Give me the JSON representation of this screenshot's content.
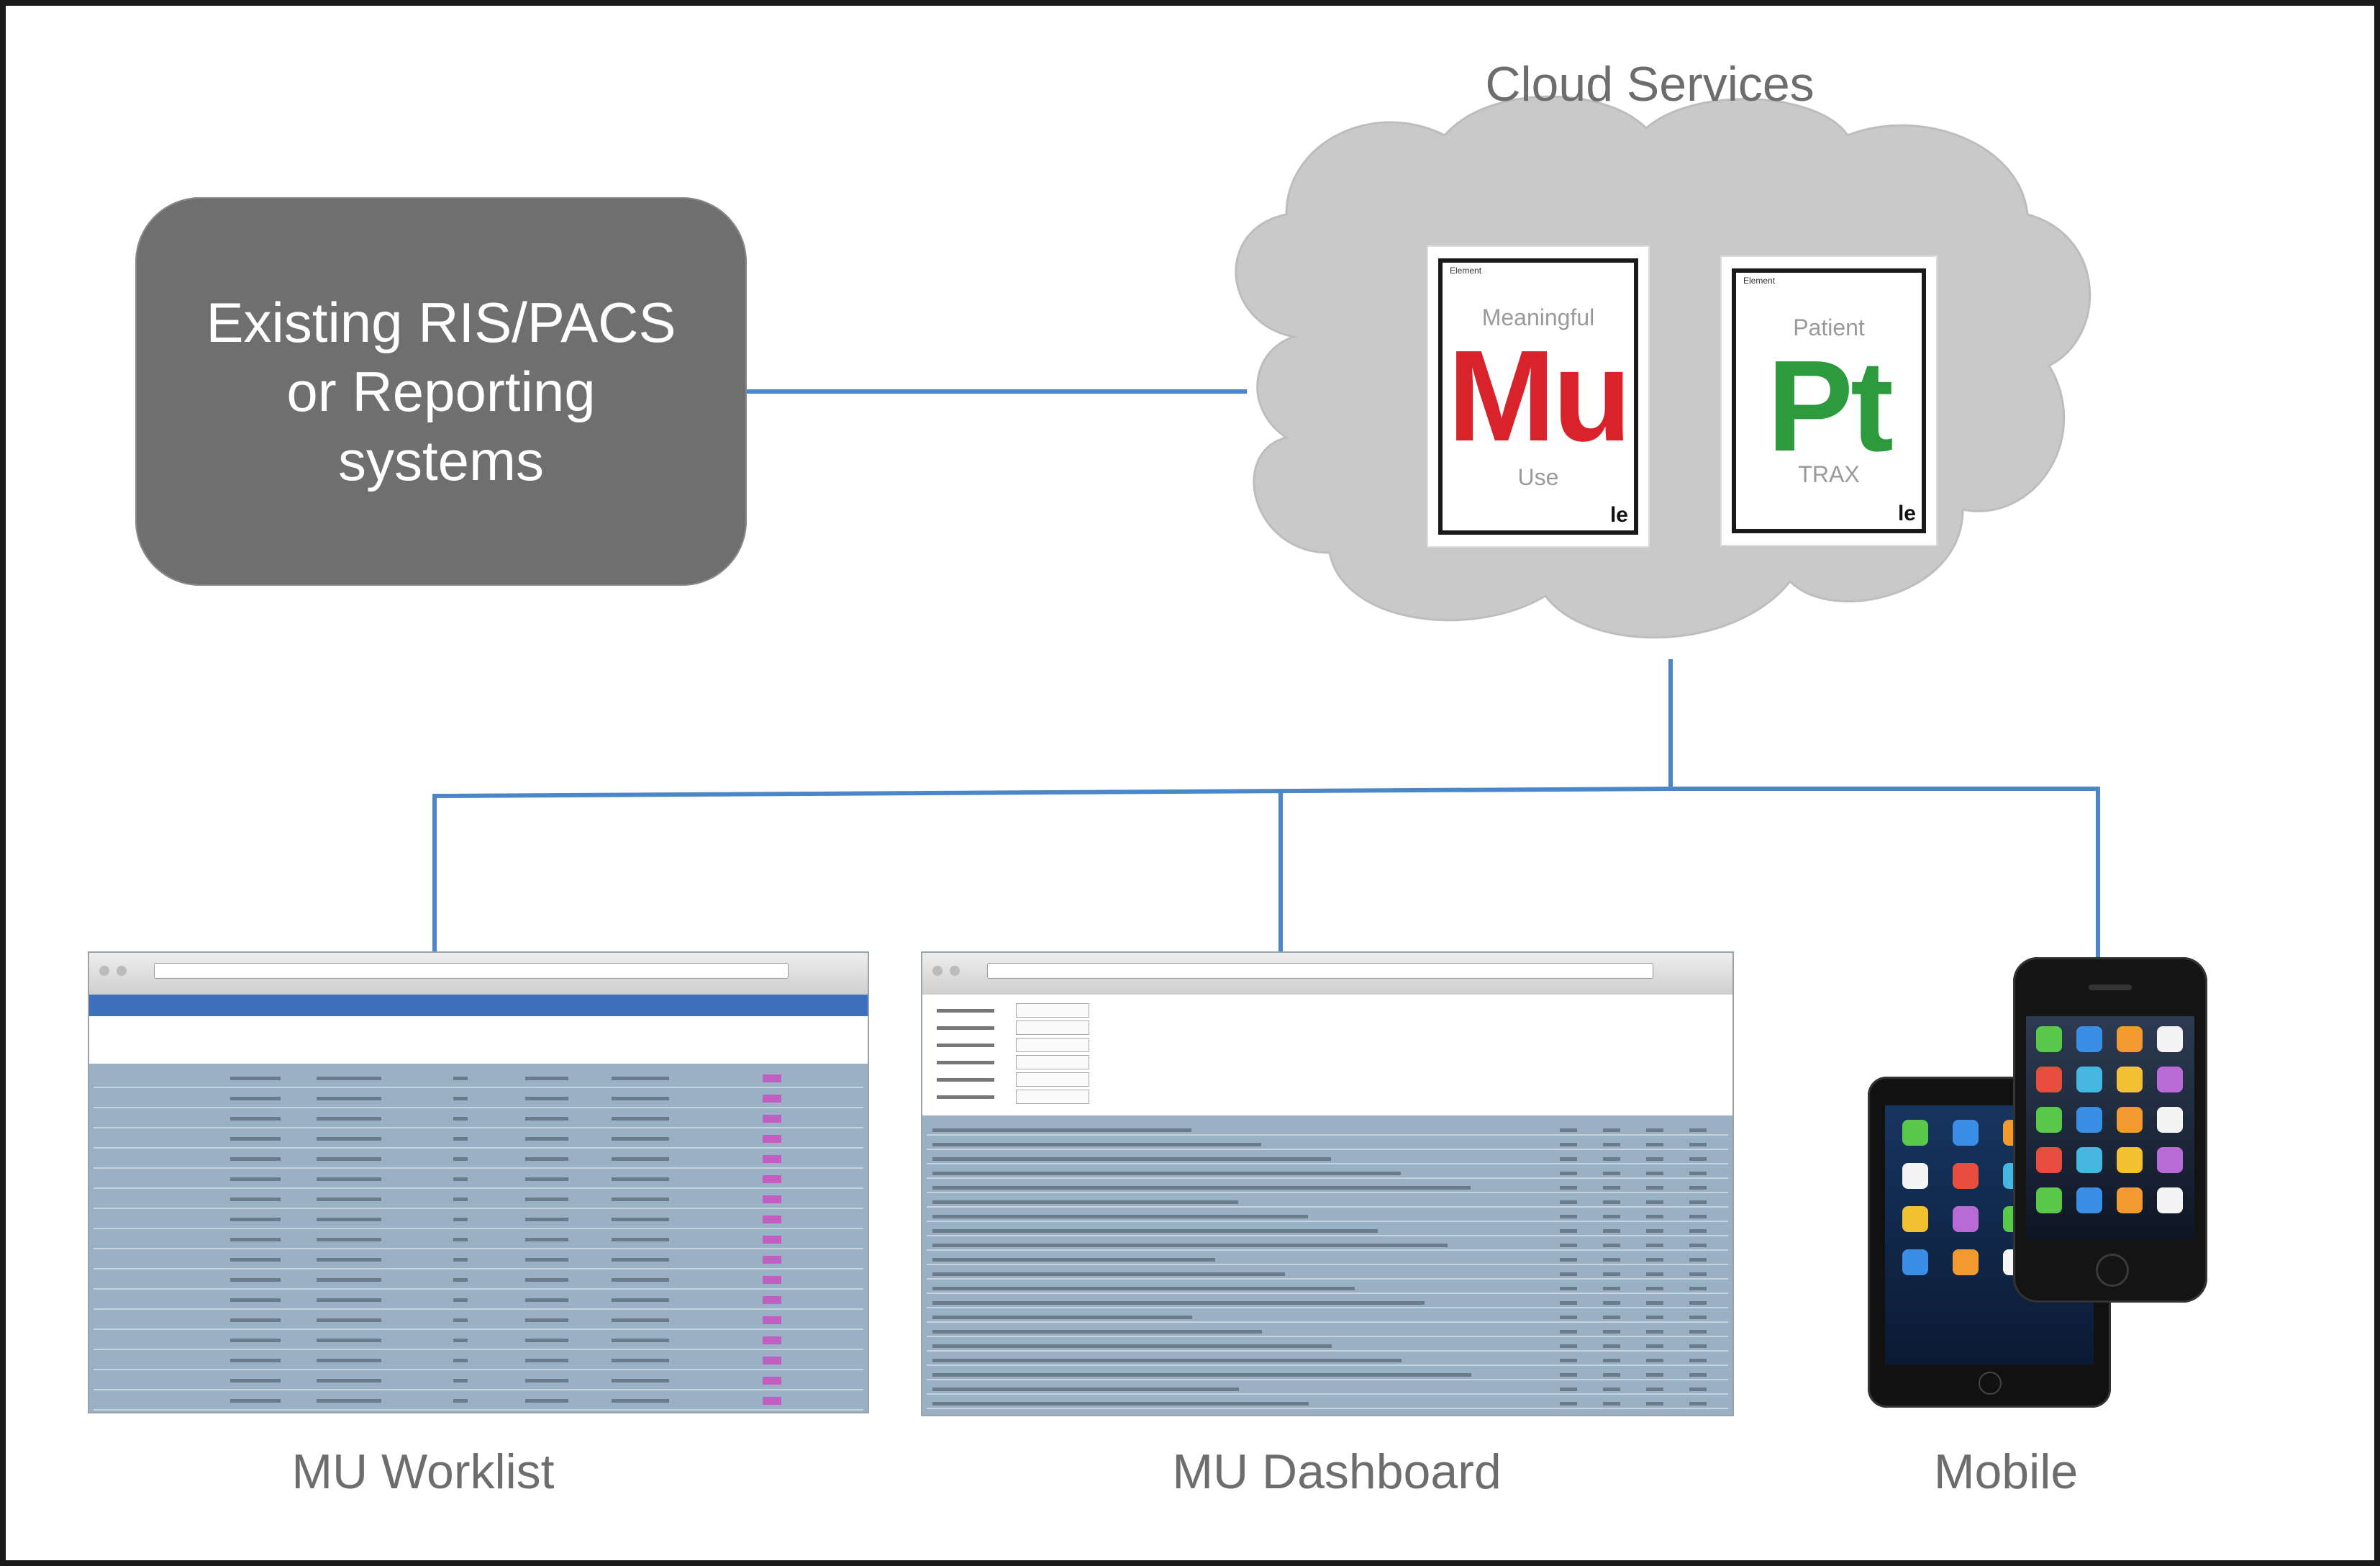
{
  "colors": {
    "connector": "#4a86c8",
    "mu_symbol": "#d8232a",
    "pt_symbol": "#2e9a3e",
    "box": "#6f6f6f",
    "caption": "#6d6d6d"
  },
  "source_box": {
    "text": "Existing RIS/PACS\nor Reporting\nsystems"
  },
  "cloud": {
    "title": "Cloud Services",
    "tiles": [
      {
        "element_label": "Element",
        "top_word": "Meaningful",
        "symbol": "Mu",
        "bottom_word": "Use",
        "mark": "le"
      },
      {
        "element_label": "Element",
        "top_word": "Patient",
        "symbol": "Pt",
        "bottom_word": "TRAX",
        "mark": "le"
      }
    ]
  },
  "clients": [
    {
      "caption": "MU Worklist"
    },
    {
      "caption": "MU Dashboard"
    },
    {
      "caption": "Mobile"
    }
  ]
}
